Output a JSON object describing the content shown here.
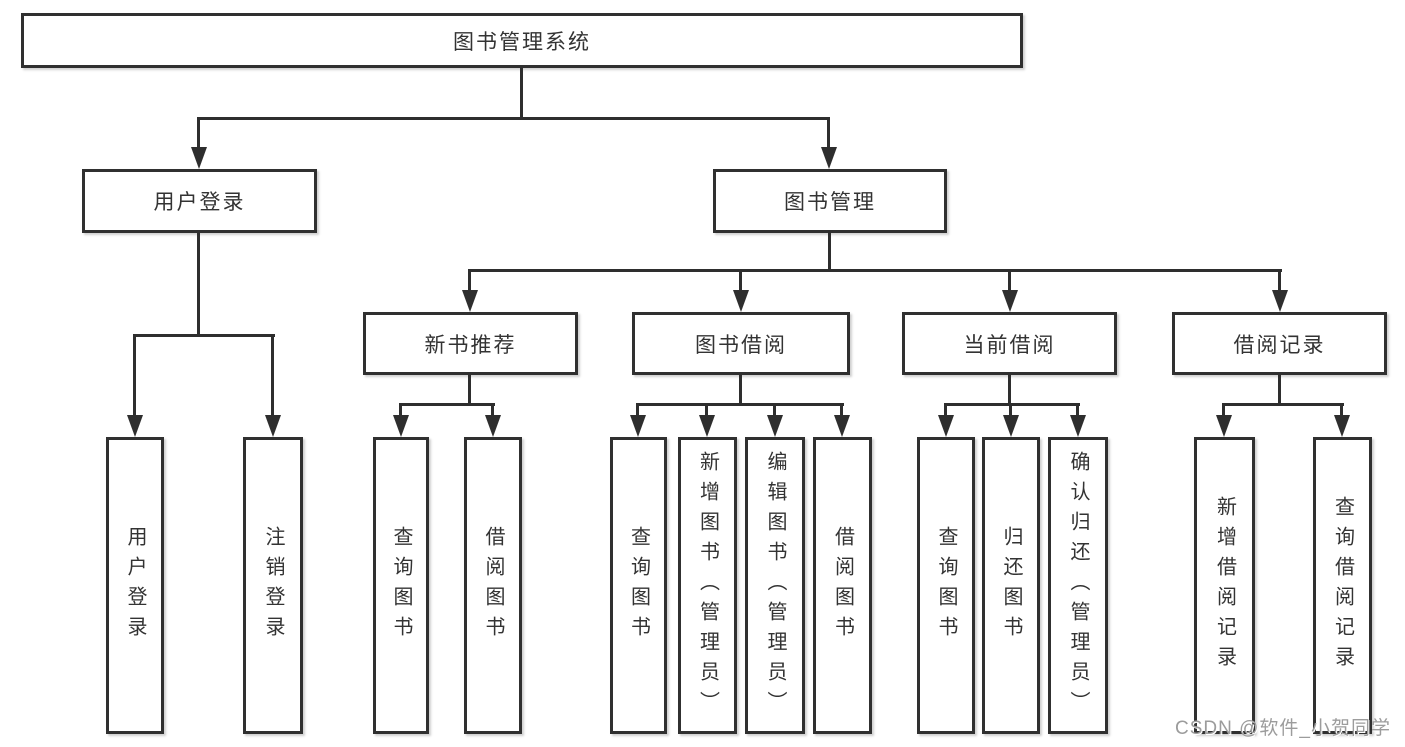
{
  "colors": {
    "background": "#ffffff",
    "line": "#2e2e2e",
    "box_border": "#303030",
    "text": "#333333",
    "watermark": "#9c9c9c"
  },
  "nodes": {
    "root": "图书管理系统",
    "user_login": "用户登录",
    "book_mgmt": "图书管理",
    "new_book_rec": "新书推荐",
    "book_borrow": "图书借阅",
    "current_borrow": "当前借阅",
    "borrow_records": "借阅记录",
    "leaves": {
      "user_login": "用户登录",
      "logout": "注销登录",
      "query_book_rec": "查询图书",
      "borrow_book_rec": "借阅图书",
      "query_book_borrow": "查询图书",
      "add_book_admin": "新增图书（管理员）",
      "edit_book_admin": "编辑图书（管理员）",
      "borrow_book_borrow": "借阅图书",
      "query_book_current": "查询图书",
      "return_book": "归还图书",
      "confirm_return_admin": "确认归还（管理员）",
      "add_borrow_record": "新增借阅记录",
      "query_borrow_record": "查询借阅记录"
    }
  },
  "watermark": "CSDN @软件_小贺同学"
}
